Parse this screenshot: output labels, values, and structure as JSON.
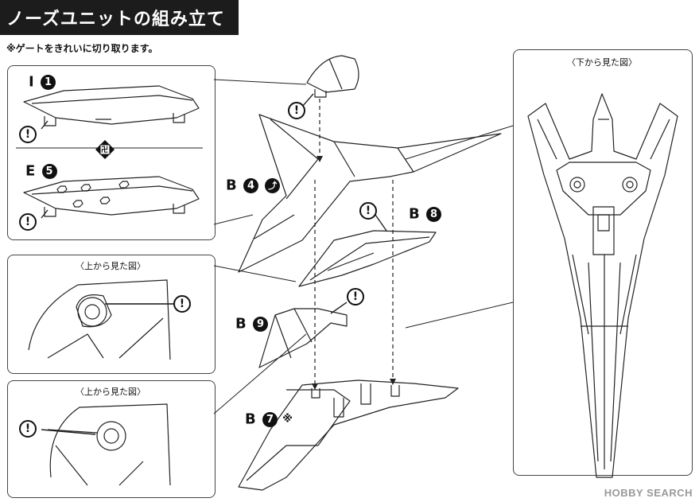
{
  "header": {
    "title": "ノーズユニットの組み立て"
  },
  "notes": {
    "gate": "※ゲートをきれいに切り取ります。"
  },
  "panels": {
    "bottom_view_caption": "〈下から見た図〉",
    "top_view_caption_1": "〈上から見た図〉",
    "top_view_caption_2": "〈上から見た図〉"
  },
  "parts": {
    "i1": {
      "letter": "I",
      "number": "1"
    },
    "e5": {
      "letter": "E",
      "number": "5"
    },
    "b4": {
      "letter": "B",
      "number": "4"
    },
    "b8": {
      "letter": "B",
      "number": "8"
    },
    "b9": {
      "letter": "B",
      "number": "9"
    },
    "b7": {
      "letter": "B",
      "number": "7",
      "mark": "※"
    }
  },
  "symbols": {
    "caution": "!",
    "glue_mark": "卍"
  },
  "watermark": {
    "text": "HOBBY SEARCH"
  }
}
